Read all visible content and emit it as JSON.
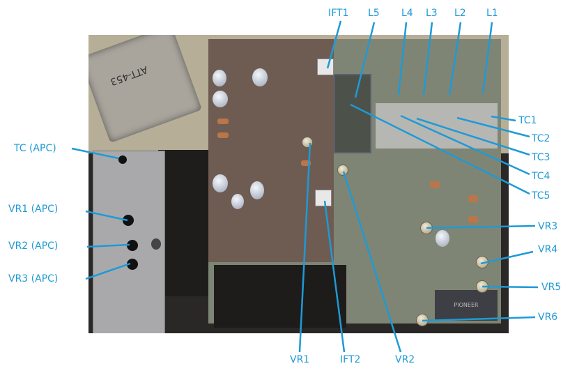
{
  "labels": {
    "ift1": "IFT1",
    "l5": "L5",
    "l4": "L4",
    "l3": "L3",
    "l2": "L2",
    "l1": "L1",
    "tc1": "TC1",
    "tc2": "TC2",
    "tc3": "TC3",
    "tc4": "TC4",
    "tc5": "TC5",
    "tc_apc": "TC (APC)",
    "vr1_apc": "VR1 (APC)",
    "vr2_apc": "VR2 (APC)",
    "vr3_apc": "VR3 (APC)",
    "vr3": "VR3",
    "vr4": "VR4",
    "vr5": "VR5",
    "vr6": "VR6",
    "vr1": "VR1",
    "ift2": "IFT2",
    "vr2": "VR2"
  },
  "photo_text": {
    "transformer": "ATT-453",
    "module": "PIONEER"
  },
  "colors": {
    "label": "#1e9ad6",
    "pcb": "#7f8574",
    "shield": "#a9a9ab"
  }
}
